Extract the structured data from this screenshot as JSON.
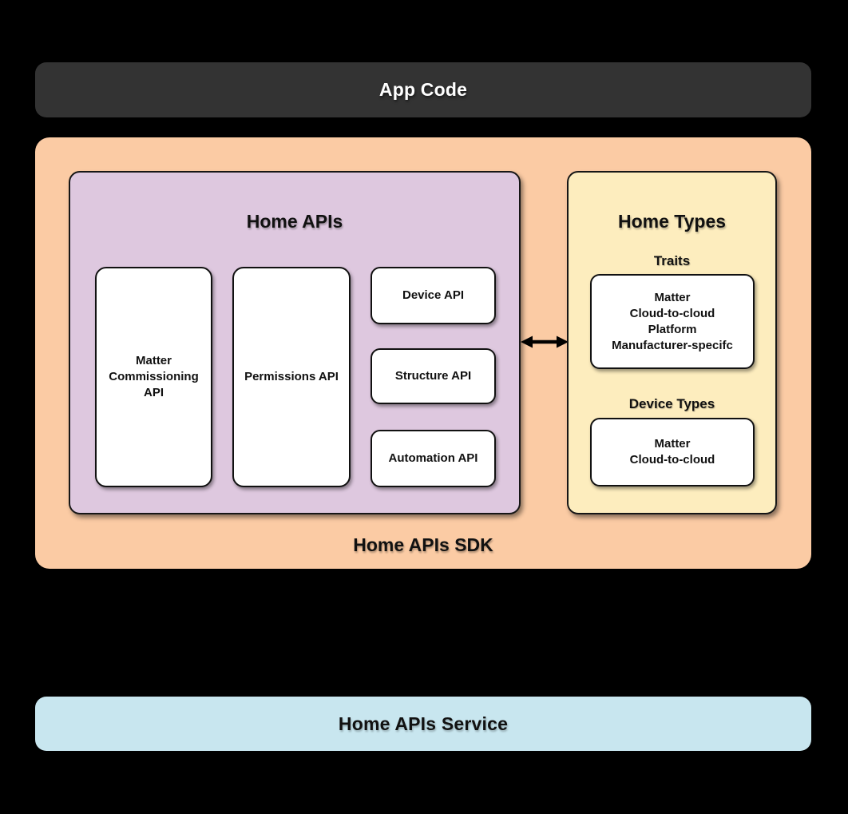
{
  "colors": {
    "app_code_bg": "#333333",
    "sdk_bg": "#FBCBA4",
    "home_apis_bg": "#DEC8DF",
    "home_types_bg": "#FDEDBE",
    "service_bg": "#C8E6EF",
    "box_bg": "#FFFFFF",
    "arrow": "#000000"
  },
  "app_code": {
    "label": "App Code"
  },
  "sdk": {
    "label": "Home APIs SDK",
    "home_apis": {
      "title": "Home APIs",
      "boxes": [
        {
          "label": "Matter\nCommissioning\nAPI"
        },
        {
          "label": "Permissions API"
        },
        {
          "label": "Device API"
        },
        {
          "label": "Structure API"
        },
        {
          "label": "Automation API"
        }
      ]
    },
    "home_types": {
      "title": "Home Types",
      "sections": [
        {
          "label": "Traits",
          "items": "Matter\nCloud-to-cloud\nPlatform\nManufacturer-specifc"
        },
        {
          "label": "Device Types",
          "items": "Matter\nCloud-to-cloud"
        }
      ]
    }
  },
  "service": {
    "label": "Home APIs Service"
  }
}
